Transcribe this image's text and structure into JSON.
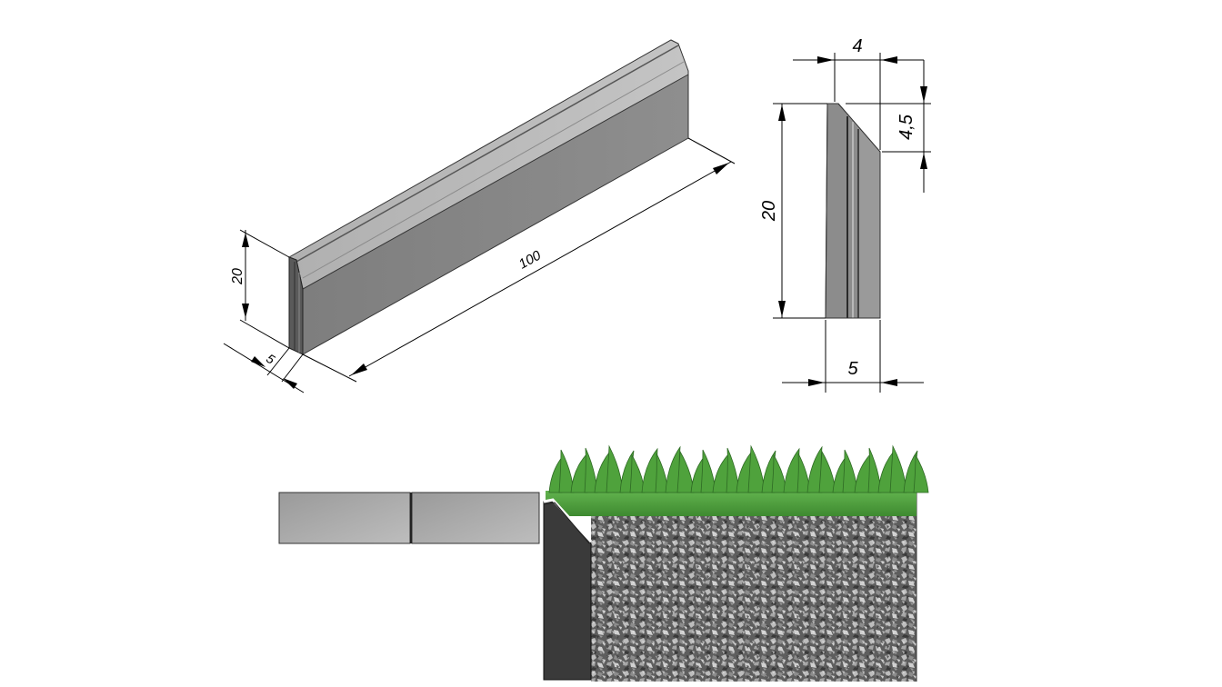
{
  "isometric_view": {
    "dim_height": "20",
    "dim_width": "5",
    "dim_length": "100"
  },
  "profile_view": {
    "dim_top_width": "4",
    "dim_chamfer_height": "4,5",
    "dim_height": "20",
    "dim_bottom_width": "5"
  },
  "installation_view": {},
  "colors": {
    "curb_face": "#8a8a8a",
    "curb_top": "#b5b5b5",
    "curb_end": "#555555",
    "grass": "#4a9a3a",
    "gravel": "#6e6e6e"
  }
}
